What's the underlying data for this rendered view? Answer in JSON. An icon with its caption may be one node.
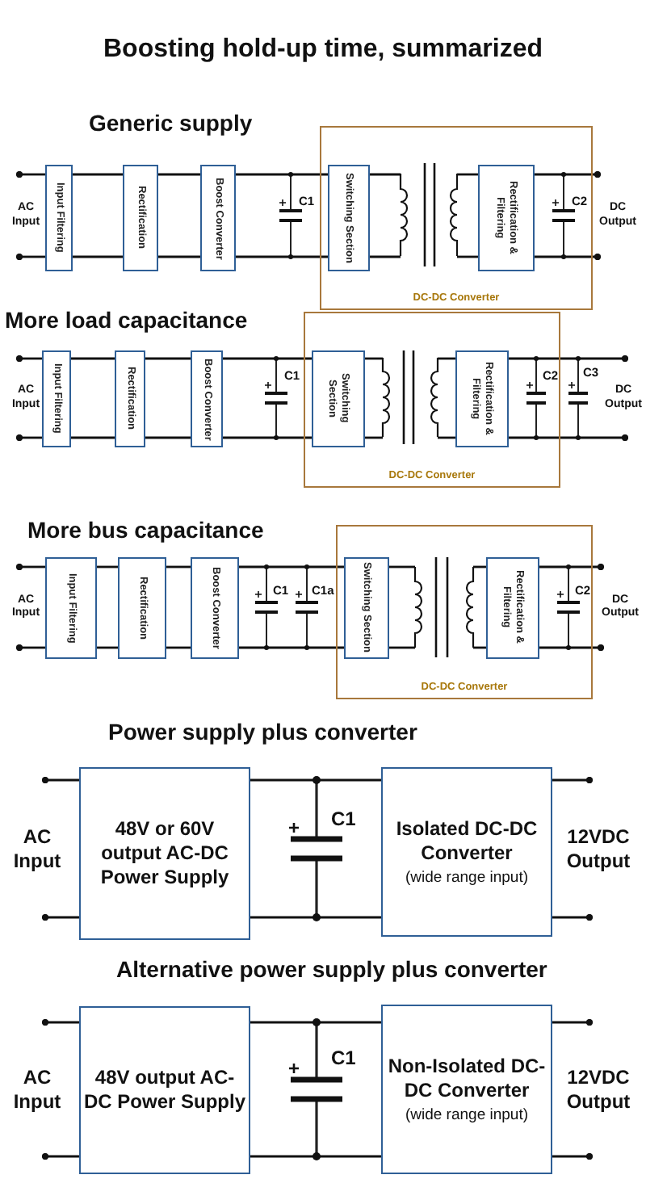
{
  "diagram": {
    "title": "Boosting hold-up time, summarized",
    "nodes": [
      {
        "text": [
          "AC Input"
        ]
      },
      {
        "text": [
          "Input Filtering"
        ]
      },
      {
        "text": [
          "Rectification"
        ]
      },
      {
        "text": [
          "Boost Converter"
        ]
      },
      {
        "text": [
          "DC-DC Converter"
        ]
      },
      {
        "text": [
          "Switching Section"
        ],
        "in": 4
      },
      {
        "text": [],
        "shape": "transformer",
        "in": 4
      },
      {
        "text": [
          "Rectification & Filtering"
        ],
        "in": 4
      },
      {
        "text": [
          "DC Output"
        ]
      },
      {
        "text": [
          "AC Input"
        ]
      },
      {
        "text": [
          "Input Filtering"
        ]
      },
      {
        "text": [
          "Rectification"
        ]
      },
      {
        "text": [
          "Boost Converter"
        ]
      },
      {
        "text": [
          "DC-DC Converter"
        ]
      },
      {
        "text": [
          "Switching Section"
        ],
        "in": 13
      },
      {
        "text": [],
        "shape": "transformer",
        "in": 13
      },
      {
        "text": [
          "Rectification & Filtering"
        ],
        "in": 13
      },
      {
        "text": [
          "DC Output"
        ]
      },
      {
        "text": [
          "AC Input"
        ]
      },
      {
        "text": [
          "Input Filtering"
        ]
      },
      {
        "text": [
          "Rectification"
        ]
      },
      {
        "text": [
          "Boost Converter"
        ]
      },
      {
        "text": [
          "DC-DC Converter"
        ]
      },
      {
        "text": [
          "Switching Section"
        ],
        "in": 22
      },
      {
        "text": [],
        "shape": "transformer",
        "in": 22
      },
      {
        "text": [
          "Rectification & Filtering"
        ],
        "in": 22
      },
      {
        "text": [
          "DC Output"
        ]
      },
      {
        "text": [
          "AC Input"
        ]
      },
      {
        "text": [
          "48V or 60V output AC-DC Power Supply"
        ]
      },
      {
        "text": [
          "Isolated DC-DC Converter",
          "(wide range input)"
        ]
      },
      {
        "text": [
          "12VDC Output"
        ]
      },
      {
        "text": [
          "AC Input"
        ]
      },
      {
        "text": [
          "48V output AC-DC Power Supply"
        ]
      },
      {
        "text": [
          "Non-Isolated DC-DC Converter",
          "(wide range input)"
        ]
      },
      {
        "text": [
          "12VDC Output"
        ]
      }
    ],
    "edges": [
      {
        "from": 0,
        "to": 1,
        "arrow": "other"
      },
      {
        "from": 0,
        "to": 1,
        "arrow": "other"
      },
      {
        "from": 1,
        "to": 2,
        "arrow": "none"
      },
      {
        "from": 1,
        "to": 2,
        "arrow": "none"
      },
      {
        "from": 2,
        "to": 3,
        "arrow": "none"
      },
      {
        "from": 2,
        "to": 3,
        "arrow": "none"
      },
      {
        "from": 3,
        "to": 5,
        "arrow": "none"
      },
      {
        "from": 3,
        "to": 5,
        "arrow": "none"
      },
      {
        "from": 5,
        "to": 6,
        "arrow": "none"
      },
      {
        "from": 5,
        "to": 6,
        "arrow": "none"
      },
      {
        "from": 6,
        "to": 7,
        "arrow": "none"
      },
      {
        "from": 6,
        "to": 7,
        "arrow": "none"
      },
      {
        "from": 8,
        "to": 7,
        "arrow": "other"
      },
      {
        "from": 8,
        "to": 7,
        "arrow": "other"
      },
      {
        "from": 9,
        "to": 10,
        "arrow": "other"
      },
      {
        "from": 9,
        "to": 10,
        "arrow": "other"
      },
      {
        "from": 10,
        "to": 11,
        "arrow": "none"
      },
      {
        "from": 10,
        "to": 11,
        "arrow": "none"
      },
      {
        "from": 11,
        "to": 12,
        "arrow": "none"
      },
      {
        "from": 11,
        "to": 12,
        "arrow": "none"
      },
      {
        "from": 12,
        "to": 14,
        "arrow": "none"
      },
      {
        "from": 12,
        "to": 14,
        "arrow": "none"
      },
      {
        "from": 14,
        "to": 15,
        "arrow": "none"
      },
      {
        "from": 14,
        "to": 15,
        "arrow": "none"
      },
      {
        "from": 15,
        "to": 16,
        "arrow": "none"
      },
      {
        "from": 15,
        "to": 16,
        "arrow": "none"
      },
      {
        "from": 17,
        "to": 16,
        "arrow": "other"
      },
      {
        "from": 17,
        "to": 16,
        "arrow": "other"
      },
      {
        "from": 18,
        "to": 19,
        "arrow": "other"
      },
      {
        "from": 18,
        "to": 19,
        "arrow": "other"
      },
      {
        "from": 19,
        "to": 20,
        "arrow": "none"
      },
      {
        "from": 19,
        "to": 20,
        "arrow": "none"
      },
      {
        "from": 20,
        "to": 21,
        "arrow": "none"
      },
      {
        "from": 20,
        "to": 21,
        "arrow": "none"
      },
      {
        "from": 21,
        "to": 23,
        "arrow": "none"
      },
      {
        "from": 21,
        "to": 23,
        "arrow": "none"
      },
      {
        "from": 23,
        "to": 24,
        "arrow": "none"
      },
      {
        "from": 23,
        "to": 24,
        "arrow": "none"
      },
      {
        "from": 24,
        "to": 25,
        "arrow": "none"
      },
      {
        "from": 24,
        "to": 25,
        "arrow": "none"
      },
      {
        "from": 26,
        "to": 25,
        "arrow": "other"
      },
      {
        "from": 26,
        "to": 25,
        "arrow": "other"
      },
      {
        "from": 27,
        "to": 28,
        "arrow": "other"
      },
      {
        "from": 27,
        "to": 28,
        "arrow": "other"
      },
      {
        "from": 28,
        "to": 29,
        "arrow": "none"
      },
      {
        "from": 28,
        "to": 29,
        "arrow": "none"
      },
      {
        "from": 30,
        "to": 29,
        "arrow": "other"
      },
      {
        "from": 30,
        "to": 29,
        "arrow": "other"
      },
      {
        "from": 31,
        "to": 32,
        "arrow": "other"
      },
      {
        "from": 31,
        "to": 32,
        "arrow": "other"
      },
      {
        "from": 32,
        "to": 33,
        "arrow": "none"
      },
      {
        "from": 32,
        "to": 33,
        "arrow": "none"
      },
      {
        "from": 34,
        "to": 33,
        "arrow": "other"
      },
      {
        "from": 34,
        "to": 33,
        "arrow": "other"
      }
    ],
    "labels": [
      "Generic supply",
      "C1",
      "C2",
      "More load capacitance",
      "C1",
      "C2",
      "C3",
      "More bus capacitance",
      "C1",
      "C1a",
      "C2",
      "Power supply plus converter",
      "C1",
      "Alternative power supply plus converter",
      "C1"
    ]
  }
}
